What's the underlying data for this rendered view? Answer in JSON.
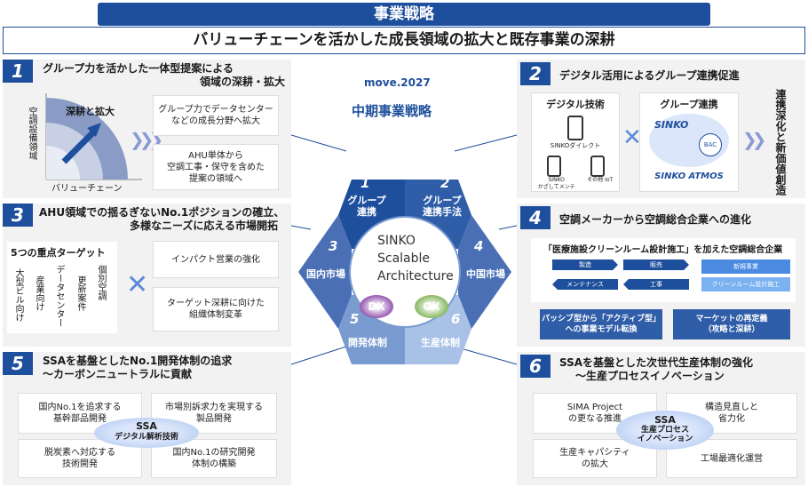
{
  "header": {
    "title": "事業戦略",
    "subtitle": "バリューチェーンを活かした成長領域の拡大と既存事業の深耕"
  },
  "center": {
    "move": "move.2027",
    "plan": "中期事業戦略",
    "sinko_l1": "SINKO",
    "sinko_l2": "Scalable",
    "sinko_l3": "Architecture",
    "dx": "DX",
    "gx": "GX",
    "hex": [
      {
        "num": "1",
        "label": "グループ\n連携"
      },
      {
        "num": "2",
        "label": "グループ\n連携手法"
      },
      {
        "num": "3",
        "label": "国内市場"
      },
      {
        "num": "4",
        "label": "中国市場"
      },
      {
        "num": "5",
        "label": "開発体制"
      },
      {
        "num": "6",
        "label": "生産体制"
      }
    ]
  },
  "s1": {
    "num": "1",
    "title_l1": "グループ力を活かした一体型提案による",
    "title_l2": "領域の深耕・拡大",
    "yaxis": "空調設備領域",
    "xaxis": "バリューチェーン",
    "arrow_label": "深耕と拡大",
    "box1": "グループ力でデータセンター\nなどの成長分野へ拡大",
    "box2": "AHU単体から\n空調工事・保守を含めた\n提案の領域へ"
  },
  "s2": {
    "num": "2",
    "title": "デジタル活用によるグループ連携促進",
    "left_title": "デジタル技術",
    "right_title": "グループ連携",
    "app1": "SINKOダイレクト",
    "app2": "SINKO\nかざしてメンテ",
    "app3": "その他 IoT",
    "brand1": "SINKO",
    "brand2": "SINKO ATMOS",
    "side": "連携深化と新価値創造"
  },
  "s3": {
    "num": "3",
    "title_l1": "AHU領域での揺るぎないNo.1ポジションの確立、",
    "title_l2": "多様なニーズに応える市場開拓",
    "targets_title": "5つの重点ターゲット",
    "targets": [
      "大型ビル向け",
      "産業向け",
      "データセンター",
      "更新案件",
      "個別空調"
    ],
    "box1": "インパクト営業の強化",
    "box2": "ターゲット深耕に向けた\n組織体制変革"
  },
  "s4": {
    "num": "4",
    "title": "空調メーカーから空調総合企業への進化",
    "banner": "「医療施設クリーンルーム設計施工」を加えた空調総合企業",
    "flow": [
      "製造",
      "販売",
      "メンテナンス",
      "工事",
      "新規事業",
      "クリーンルーム設計施工"
    ],
    "box1": "パッシブ型から「アクティブ型」\nへの事業モデル転換",
    "box2": "マーケットの再定義\n（攻略と深耕）"
  },
  "s5": {
    "num": "5",
    "title_l1": "SSAを基盤としたNo.1開発体制の追求",
    "title_l2": "～カーボンニュートラルに貢献",
    "q1": "国内No.1を追求する\n基幹部品開発",
    "q2": "市場別訴求力を実現する\n製品開発",
    "q3": "脱炭素へ対応する\n技術開発",
    "q4": "国内No.1の研究開発\n体制の構築",
    "center_l1": "SSA",
    "center_l2": "デジタル解析技術"
  },
  "s6": {
    "num": "6",
    "title_l1": "SSAを基盤とした次世代生産体制の強化",
    "title_l2": "～生産プロセスイノベーション",
    "q1": "SIMA Project\nの更なる推進",
    "q2": "構造見直しと\n省力化",
    "q3": "生産キャパシティ\nの拡大",
    "q4": "工場最適化運営",
    "center_l1": "SSA",
    "center_l2": "生産プロセス\nイノベーション"
  },
  "colors": {
    "navy": "#1e4f9c",
    "light": "#f2f2f2",
    "hexDark": "#1e4f9c",
    "hexMid": "#4a6fb5",
    "hexLight": "#7a9bd0",
    "hexPale": "#a9c1e6",
    "dx": "#7b2f9e",
    "gx": "#8bc34a"
  }
}
